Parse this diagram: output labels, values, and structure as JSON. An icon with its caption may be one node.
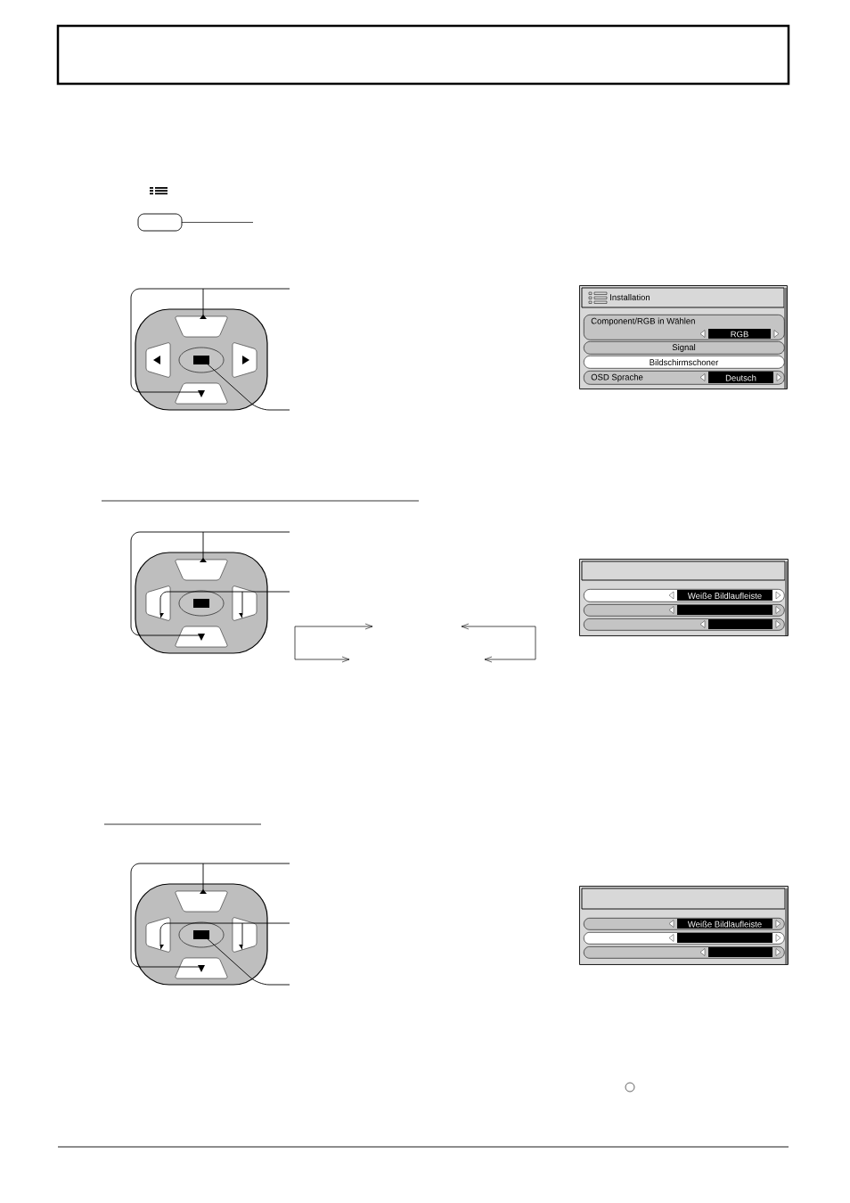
{
  "diagram": {
    "nodes": [
      {
        "text": [
          "Installation"
        ]
      },
      {
        "text": [
          "Component/RGB in Wählen",
          "RGB"
        ],
        "in": 0
      },
      {
        "text": [
          "Signal"
        ],
        "in": 0
      },
      {
        "text": [
          "Bildschirmschoner"
        ],
        "in": 0
      },
      {
        "text": [
          "OSD Sprache",
          "Deutsch"
        ],
        "in": 0
      },
      {
        "text": [],
        "shape": "box"
      },
      {
        "text": [
          "Weiße Bildlaufleiste"
        ],
        "in": 5
      },
      {
        "text": [],
        "shape": "box",
        "in": 5
      },
      {
        "text": [],
        "shape": "box",
        "in": 5
      },
      {
        "text": [],
        "shape": "box"
      },
      {
        "text": [
          "Weiße Bildlaufleiste"
        ],
        "in": 9
      },
      {
        "text": [],
        "shape": "box",
        "in": 9
      },
      {
        "text": [],
        "shape": "box",
        "in": 9
      }
    ]
  }
}
